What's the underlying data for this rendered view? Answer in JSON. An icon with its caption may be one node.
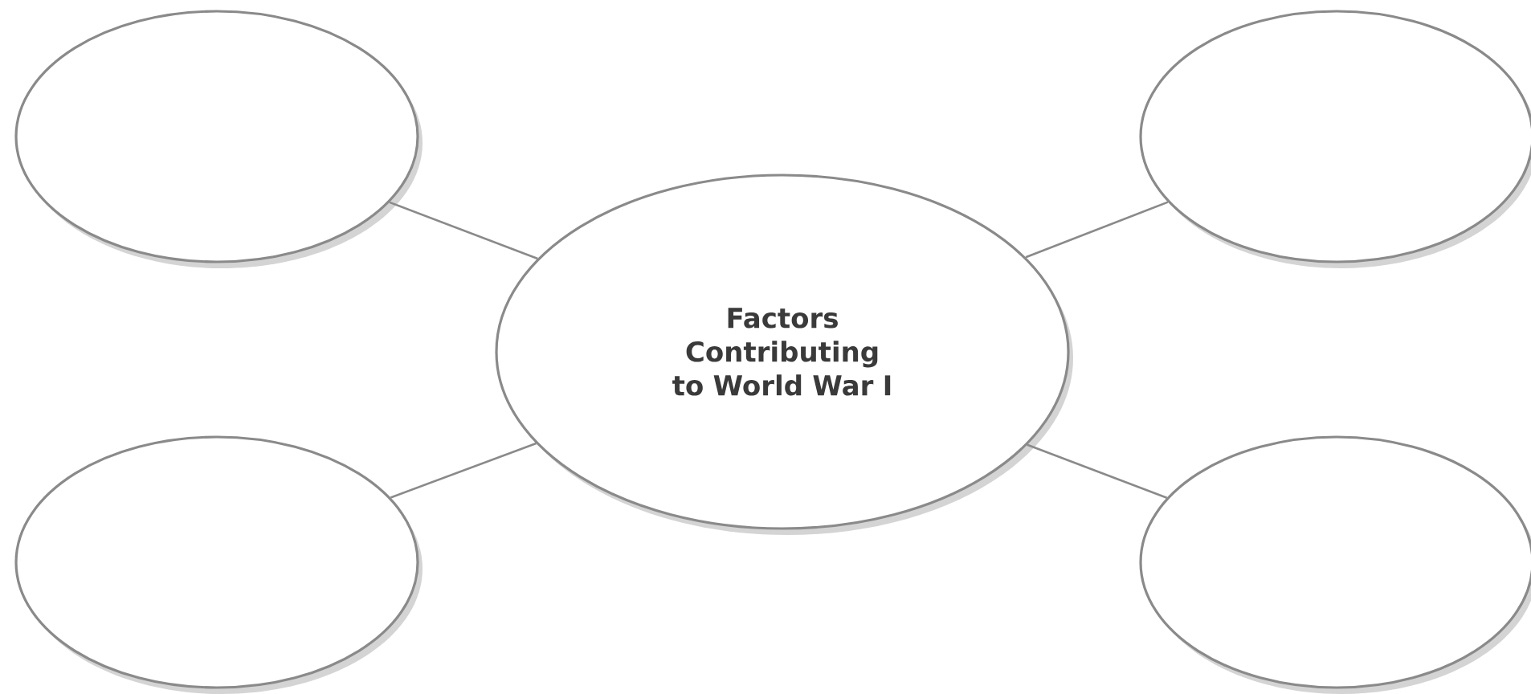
{
  "diagram": {
    "nodes": [
      {
        "text": [
          "Factors Contributing to World War I"
        ]
      },
      {
        "text": [],
        "shape": "ellipse"
      },
      {
        "text": [],
        "shape": "ellipse"
      },
      {
        "text": [],
        "shape": "ellipse"
      },
      {
        "text": [],
        "shape": "ellipse"
      }
    ],
    "edges": [
      {
        "from": 0,
        "to": 1,
        "arrow": "none"
      },
      {
        "from": 0,
        "to": 2,
        "arrow": "none"
      },
      {
        "from": 0,
        "to": 3,
        "arrow": "none"
      },
      {
        "from": 0,
        "to": 4,
        "arrow": "none"
      }
    ]
  }
}
